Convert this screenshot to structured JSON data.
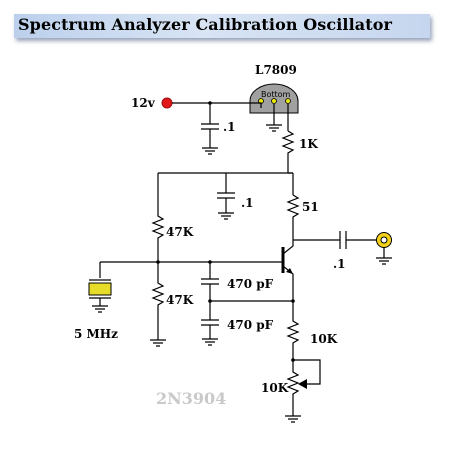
{
  "title": "Spectrum Analyzer  Calibration Oscillator",
  "labels": {
    "regulator": "L7809",
    "regulator_pins": "Bottom",
    "supply": "12v",
    "c_supply": ".1",
    "r_1k": "1K",
    "c_bypass": ".1",
    "r_51": "51",
    "r_47k_top": "47K",
    "r_47k_bottom": "47K",
    "c_out": ".1",
    "c_470_top": "470 pF",
    "c_470_bottom": "470 pF",
    "crystal": "5 MHz",
    "r_10k": "10K",
    "pot_10k": "10K",
    "transistor": "2N3904"
  },
  "colors": {
    "supply_dot": "#e0161b",
    "crystal_body": "#e6dc2a",
    "regulator_body": "#a0a0a0",
    "output_jack": "#f2d21c"
  }
}
